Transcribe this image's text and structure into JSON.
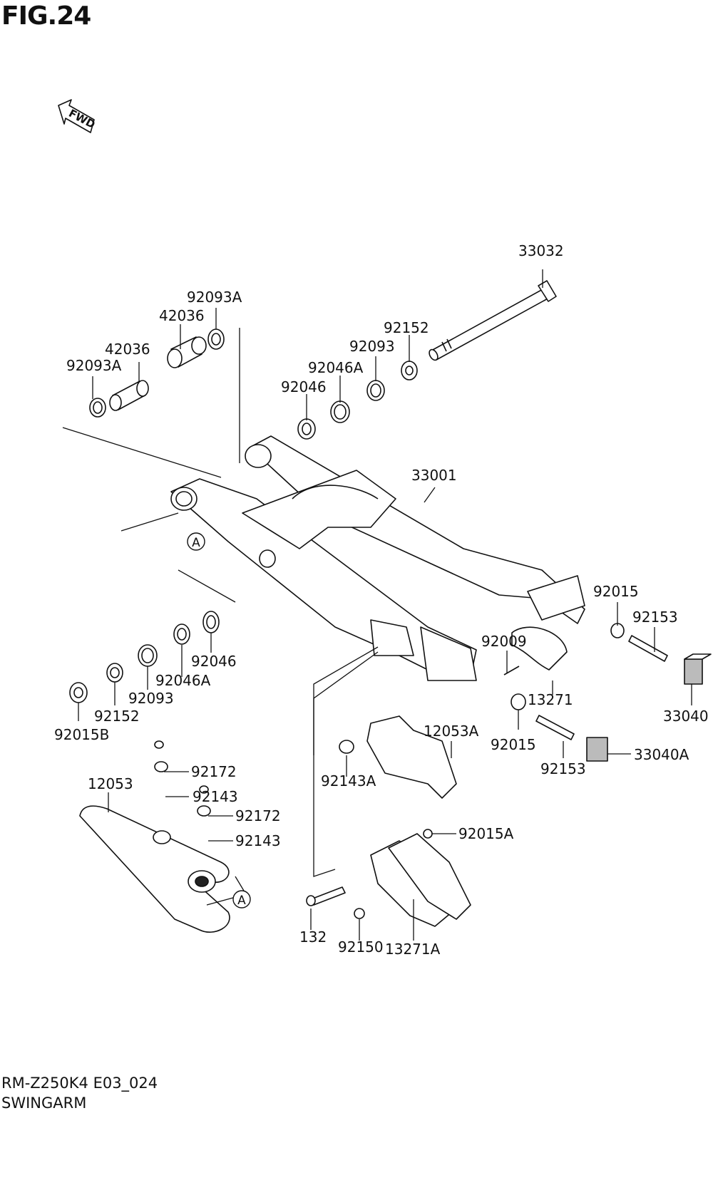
{
  "figure": {
    "title": "FIG.24"
  },
  "fwd_arrow": {
    "label": "FWD"
  },
  "callout_marker": "A",
  "parts": [
    {
      "label": "33032"
    },
    {
      "label": "92093A"
    },
    {
      "label": "42036"
    },
    {
      "label": "92152"
    },
    {
      "label": "42036"
    },
    {
      "label": "92093"
    },
    {
      "label": "92093A"
    },
    {
      "label": "92046A"
    },
    {
      "label": "92046"
    },
    {
      "label": "33001"
    },
    {
      "label": "92015"
    },
    {
      "label": "92153"
    },
    {
      "label": "92009"
    },
    {
      "label": "92046"
    },
    {
      "label": "92046A"
    },
    {
      "label": "13271"
    },
    {
      "label": "33040"
    },
    {
      "label": "92093"
    },
    {
      "label": "92152"
    },
    {
      "label": "92015B"
    },
    {
      "label": "12053A"
    },
    {
      "label": "92015"
    },
    {
      "label": "92153"
    },
    {
      "label": "33040A"
    },
    {
      "label": "92143A"
    },
    {
      "label": "92172"
    },
    {
      "label": "12053"
    },
    {
      "label": "92143"
    },
    {
      "label": "92172"
    },
    {
      "label": "92143"
    },
    {
      "label": "92015A"
    },
    {
      "label": "132"
    },
    {
      "label": "92150"
    },
    {
      "label": "13271A"
    }
  ],
  "footer": {
    "model_code": "RM-Z250K4 E03_024",
    "section_name": "SWINGARM"
  }
}
